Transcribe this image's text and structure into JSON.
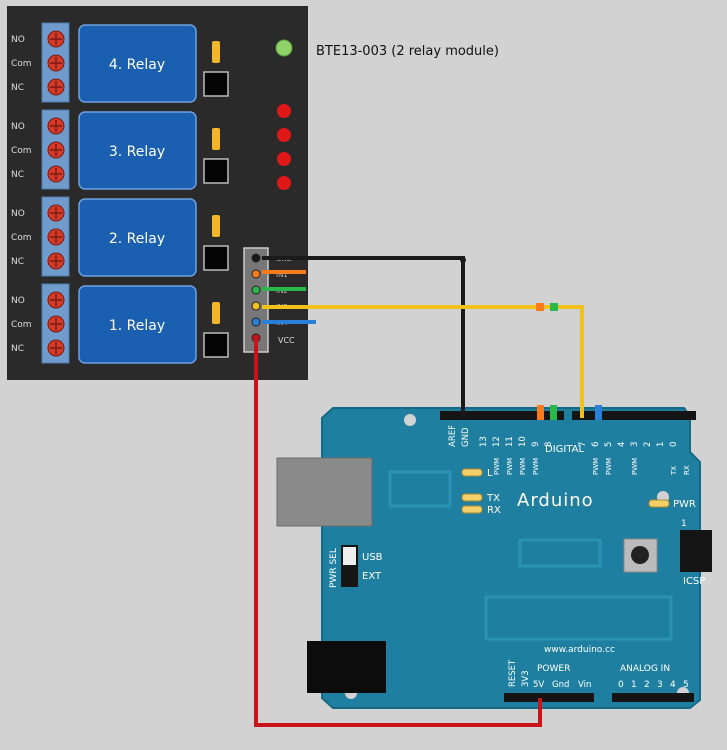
{
  "module_label": "BTE13-003 (2 relay module)",
  "relays": [
    {
      "label": "4. Relay"
    },
    {
      "label": "3. Relay"
    },
    {
      "label": "2. Relay"
    },
    {
      "label": "1. Relay"
    }
  ],
  "terminal_labels": {
    "no": "NO",
    "com": "Com",
    "nc": "NC"
  },
  "header_pins": [
    "GND",
    "IN1",
    "IN2",
    "IN3",
    "IN4",
    "VCC"
  ],
  "vcc_label": "VCC",
  "arduino": {
    "brand": "Arduino",
    "url": "www.arduino.cc",
    "pwr_label": "PWR",
    "l_label": "L",
    "tx_label": "TX",
    "rx_label": "RX",
    "icsp_label": "ICSP",
    "icsp_pin": "1",
    "pwr_sel": "PWR SEL",
    "usb_label": "USB",
    "ext_label": "EXT",
    "digital_label": "DIGITAL",
    "top_pins": [
      "AREF",
      "GND",
      "13",
      "12",
      "11",
      "10",
      "9",
      "8",
      "7",
      "6",
      "5",
      "4",
      "3",
      "2",
      "1",
      "0"
    ],
    "pwm_label": "PWM",
    "tx_pin": "TX",
    "rx_pin": "RX",
    "power_label": "POWER",
    "analog_label": "ANALOG IN",
    "power_pins": [
      "RESET",
      "3V3",
      "5V",
      "Gnd",
      "Vin"
    ],
    "analog_pins": [
      "0",
      "1",
      "2",
      "3",
      "4",
      "5"
    ]
  },
  "colors": {
    "wire_black": "#1a1a1a",
    "wire_red": "#c8141a",
    "wire_yellow": "#f2c21a",
    "wire_orange": "#ff7a1a",
    "wire_green": "#2bb84a",
    "wire_blue": "#2a7fd6",
    "board_teal": "#1f7fa0",
    "relay_blue": "#1b5fb0"
  }
}
